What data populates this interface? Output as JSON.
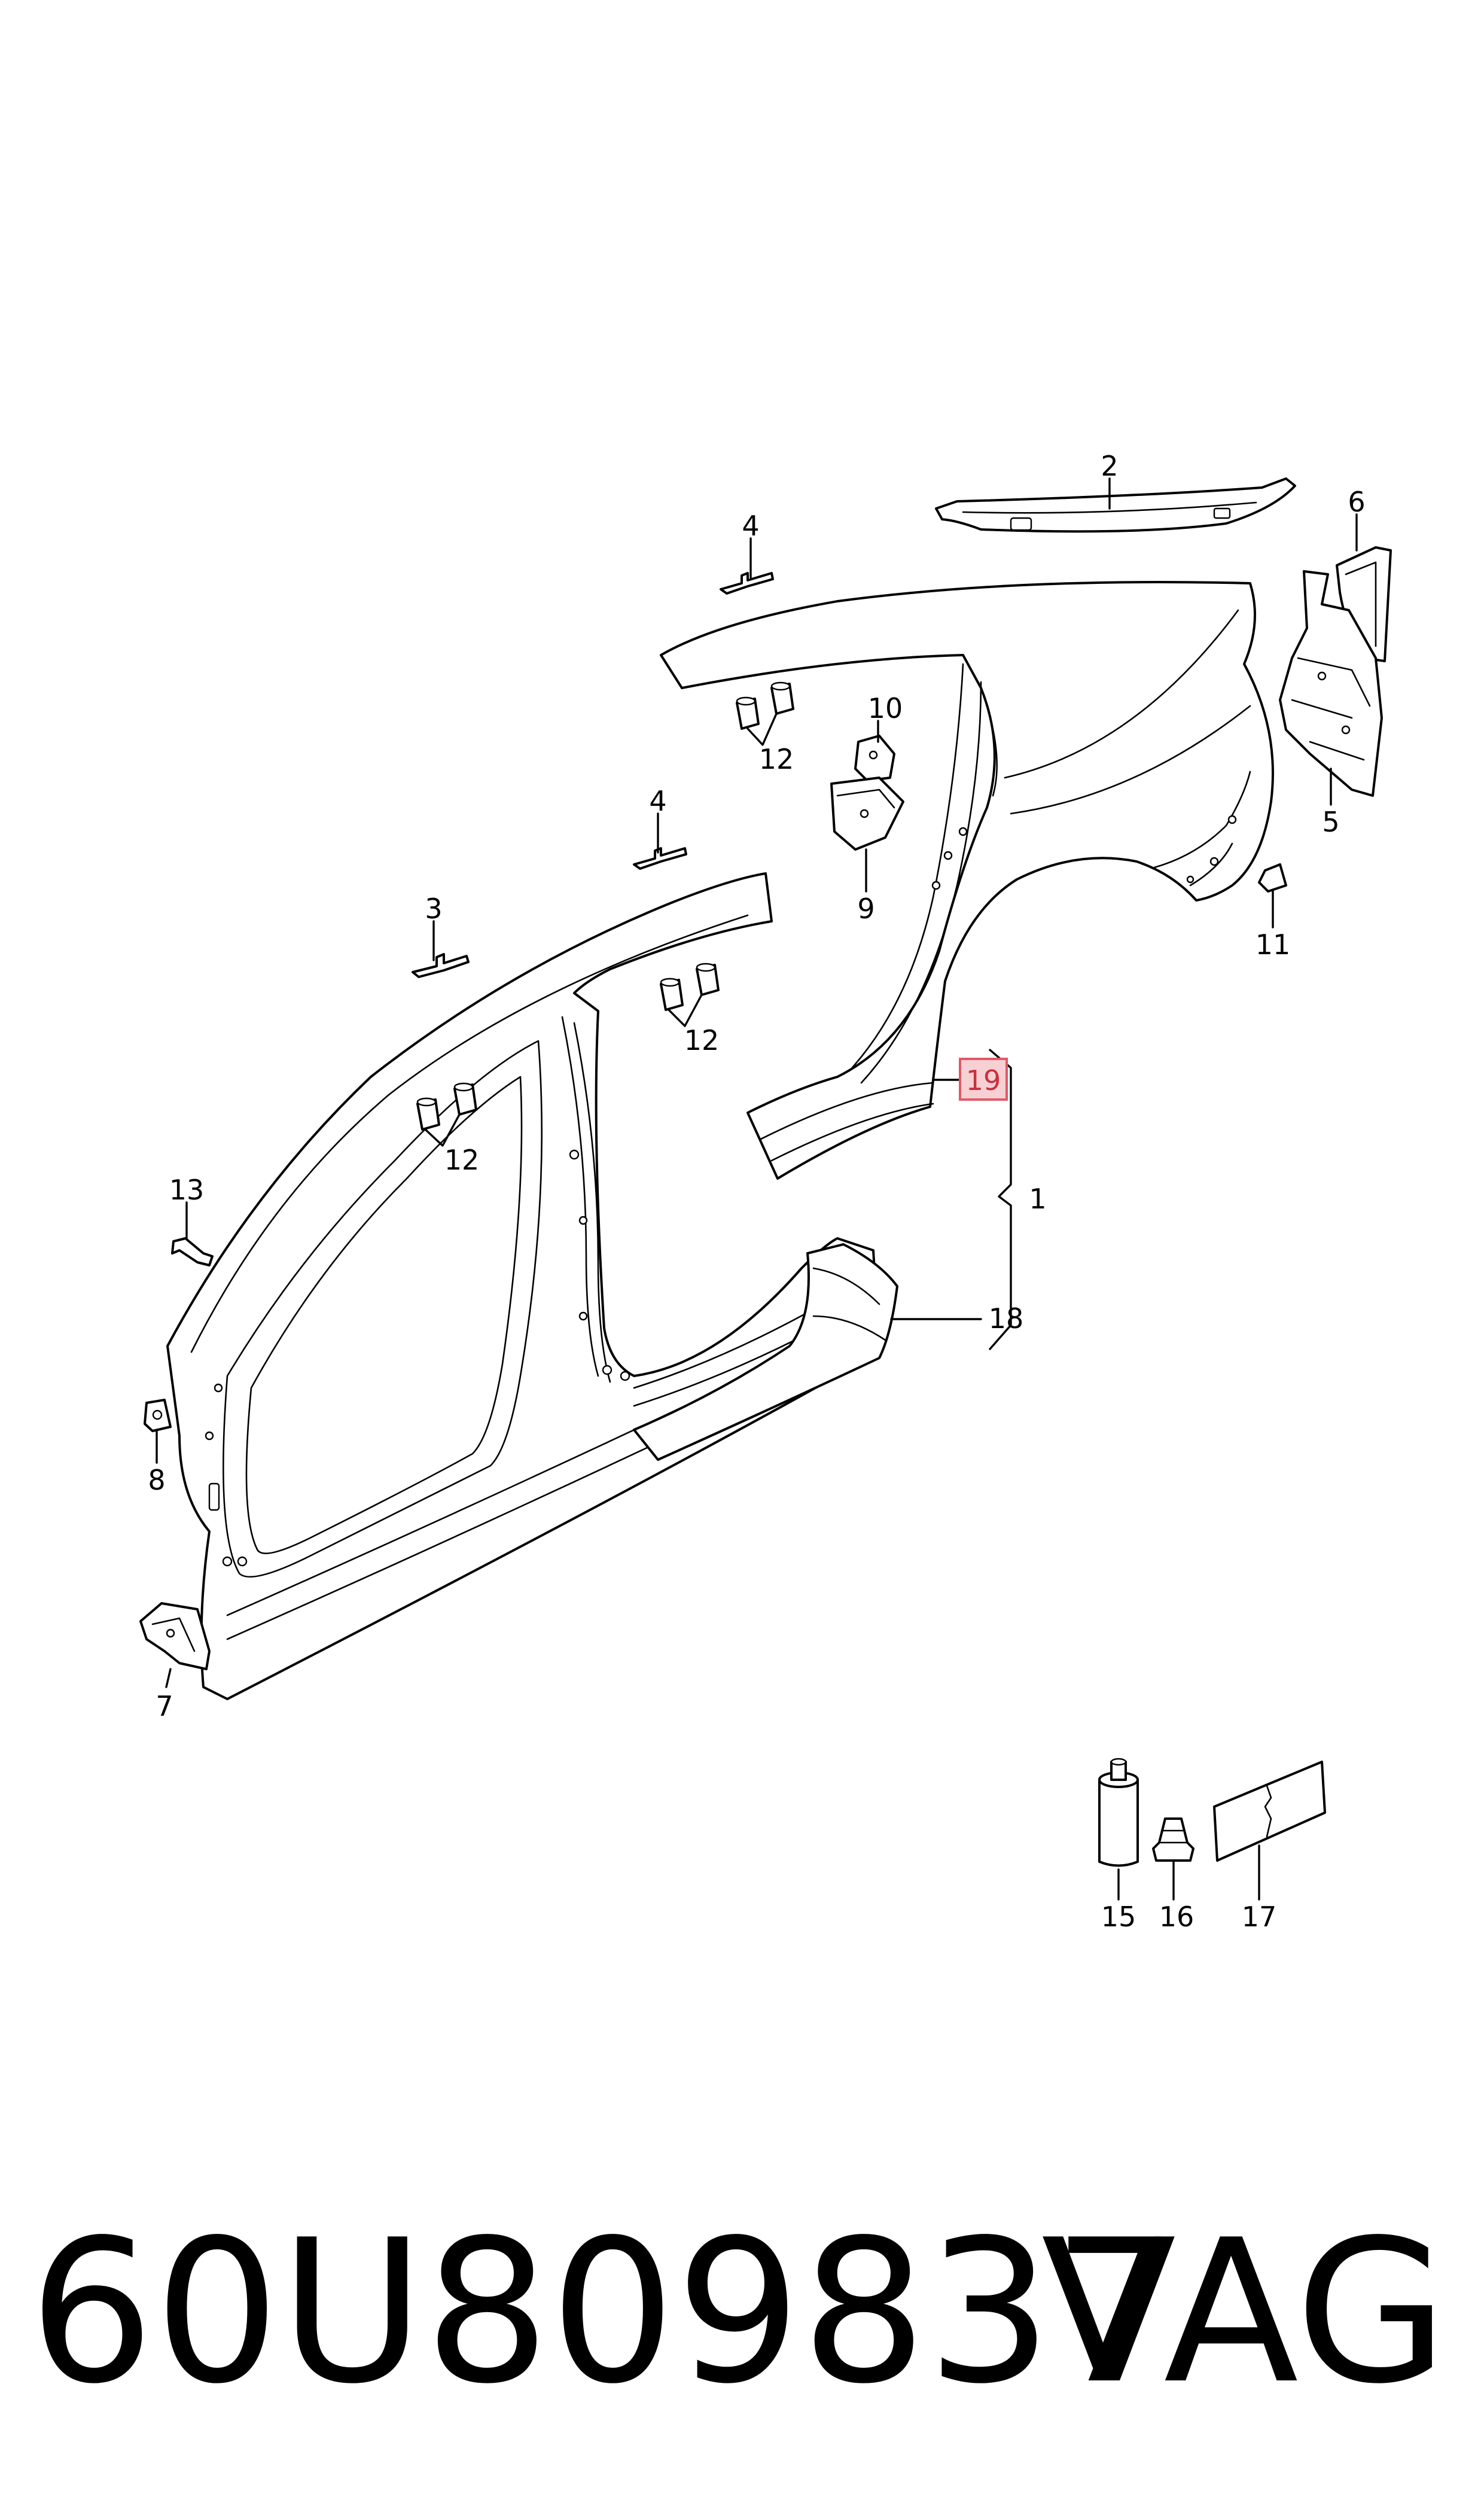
{
  "footer": {
    "part_number": "60U809837",
    "brand": "VAG"
  },
  "callouts": {
    "c1": "1",
    "c2": "2",
    "c3": "3",
    "c4a": "4",
    "c4b": "4",
    "c5": "5",
    "c6": "6",
    "c7": "7",
    "c8": "8",
    "c9": "9",
    "c10": "10",
    "c11": "11",
    "c12a": "12",
    "c12b": "12",
    "c12c": "12",
    "c13": "13",
    "c15": "15",
    "c16": "16",
    "c17": "17",
    "c18": "18",
    "c19": "19"
  },
  "highlighted_callout": "19",
  "colors": {
    "line": "#000000",
    "background": "#ffffff",
    "highlight_fill": "#f7d0d3",
    "highlight_stroke": "#e05a66",
    "highlight_text": "#c9303d"
  }
}
